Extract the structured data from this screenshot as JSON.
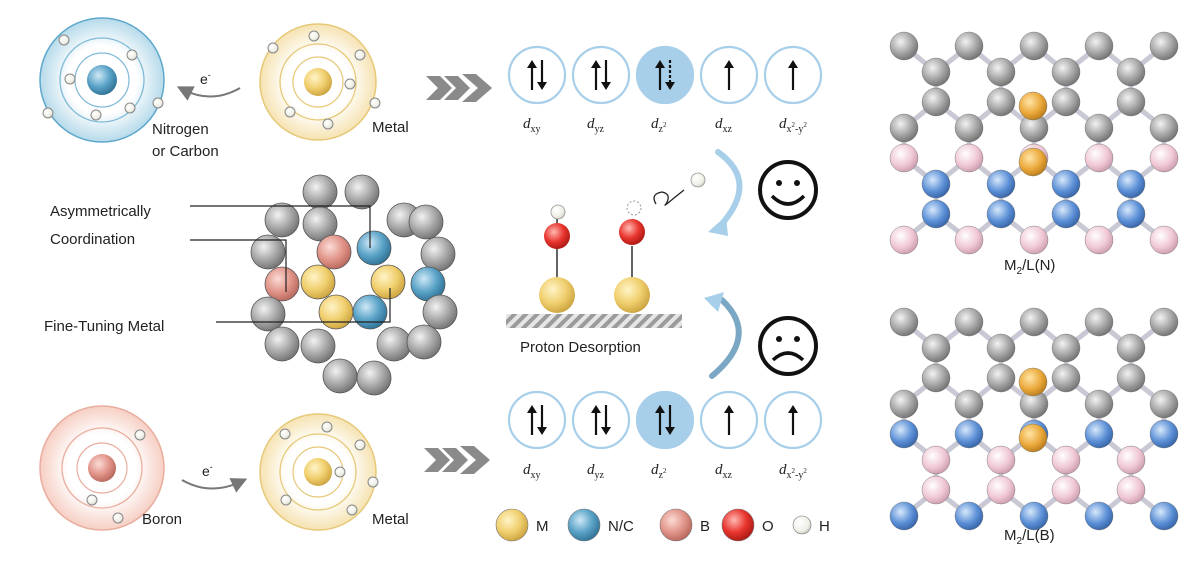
{
  "labels": {
    "electron": "e",
    "electron_sup": "-",
    "nitrogen": "Nitrogen",
    "or_carbon": "or Carbon",
    "metal_top": "Metal",
    "boron": "Boron",
    "metal_bottom": "Metal",
    "asym": "Asymmetrically",
    "coord": "Coordination",
    "finetune": "Fine-Tuning Metal",
    "proton": "Proton Desorption"
  },
  "orbitals": [
    {
      "d": "d",
      "sub": "xy",
      "sup": ""
    },
    {
      "d": "d",
      "sub": "yz",
      "sup": ""
    },
    {
      "d": "d",
      "sub": "z",
      "sup": "2"
    },
    {
      "d": "d",
      "sub": "xz",
      "sup": ""
    },
    {
      "d": "d",
      "sub": "x",
      "sup": "2",
      "sub2": "-y",
      "sup2": "2"
    }
  ],
  "orbital_states": {
    "top": [
      "paired",
      "paired",
      "paired-dashed",
      "up",
      "up"
    ],
    "bottom": [
      "paired",
      "paired",
      "paired",
      "up",
      "up"
    ],
    "highlight_index": 2
  },
  "legend": [
    {
      "symbol": "M",
      "color": "#f0cf6e"
    },
    {
      "symbol": "N/C",
      "color": "#5aa3c7"
    },
    {
      "symbol": "B",
      "color": "#e2958a"
    },
    {
      "symbol": "O",
      "color": "#e8352e"
    },
    {
      "symbol": "H",
      "color": "#efefe6"
    }
  ],
  "structures": [
    {
      "label_main": "M",
      "label_sub": "2",
      "label_rest": "/L(N)"
    },
    {
      "label_main": "M",
      "label_sub": "2",
      "label_rest": "/L(B)"
    }
  ],
  "colors": {
    "metal": "#f0cf6e",
    "nc": "#5aa3c7",
    "boron": "#e2958a",
    "oxygen": "#e8352e",
    "hydrogen": "#efefe6",
    "gray_atom": "#a9a9a9",
    "highlight": "#a8cfea",
    "ring": "#a8cfea",
    "arrow_gray": "#8c8c8c"
  }
}
